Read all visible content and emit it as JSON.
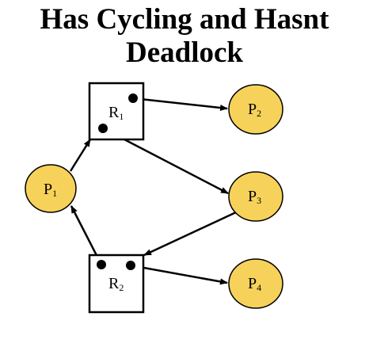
{
  "title": {
    "line1": "Has Cycling and Hasnt",
    "line2": "Deadlock"
  },
  "colors": {
    "process_fill": "#f7d25a",
    "stroke": "#000000"
  },
  "processes": [
    {
      "id": "p1",
      "letter": "P",
      "index": "1"
    },
    {
      "id": "p2",
      "letter": "P",
      "index": "2"
    },
    {
      "id": "p3",
      "letter": "P",
      "index": "3"
    },
    {
      "id": "p4",
      "letter": "P",
      "index": "4"
    }
  ],
  "resources": [
    {
      "id": "r1",
      "letter": "R",
      "index": "1",
      "instances": 2
    },
    {
      "id": "r2",
      "letter": "R",
      "index": "2",
      "instances": 2
    }
  ],
  "edges": [
    {
      "from": "r1",
      "to": "p2",
      "kind": "assignment"
    },
    {
      "from": "r1",
      "to": "p3",
      "kind": "assignment"
    },
    {
      "from": "p1",
      "to": "r1",
      "kind": "request"
    },
    {
      "from": "p3",
      "to": "r2",
      "kind": "request"
    },
    {
      "from": "r2",
      "to": "p1",
      "kind": "assignment"
    },
    {
      "from": "r2",
      "to": "p4",
      "kind": "assignment"
    }
  ]
}
